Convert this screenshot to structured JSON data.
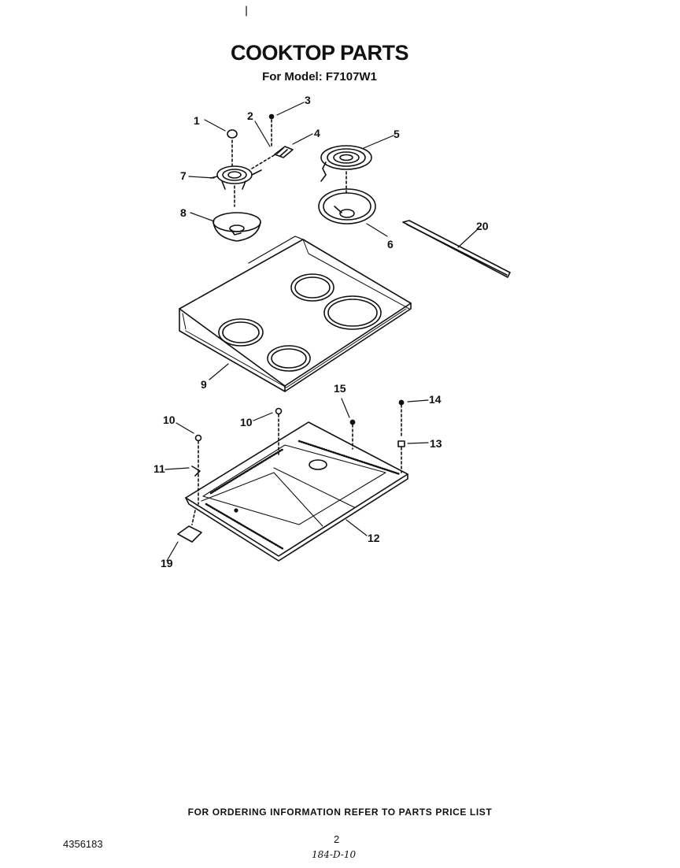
{
  "header": {
    "title": "COOKTOP PARTS",
    "subtitle": "For Model: F7107W1"
  },
  "callouts": [
    "1",
    "2",
    "3",
    "4",
    "5",
    "6",
    "7",
    "8",
    "9",
    "10",
    "10",
    "11",
    "12",
    "13",
    "14",
    "15",
    "19",
    "20"
  ],
  "footer": {
    "ordering_note": "FOR ORDERING INFORMATION REFER TO PARTS PRICE LIST",
    "document_number": "4356183",
    "page_number": "2",
    "handwritten_note": "184-D-10"
  }
}
